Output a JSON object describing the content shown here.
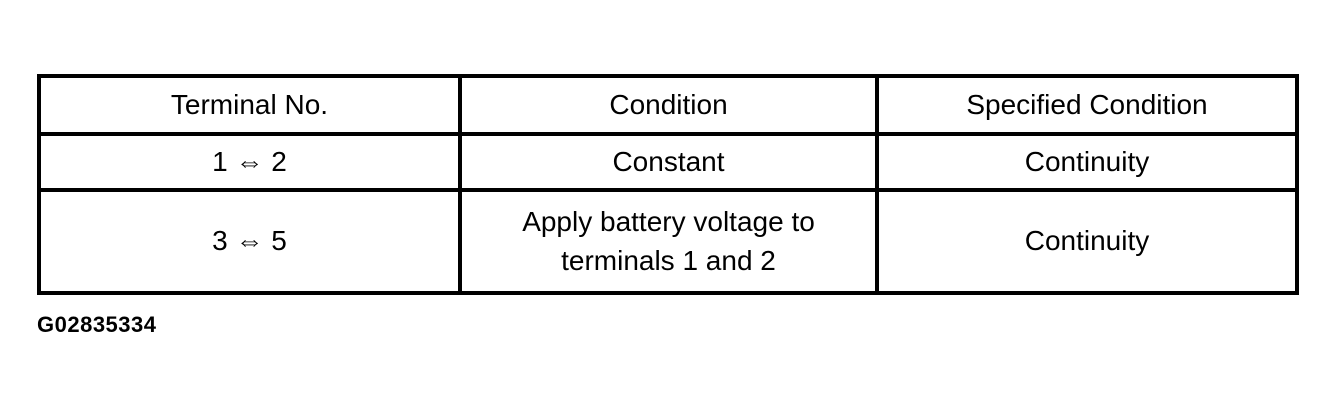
{
  "table": {
    "headers": [
      "Terminal No.",
      "Condition",
      "Specified Condition"
    ],
    "rows": [
      [
        "1 ⇔ 2",
        "Constant",
        "Continuity"
      ],
      [
        "3 ⇔ 5",
        "Apply battery voltage to terminals 1 and 2",
        "Continuity"
      ]
    ]
  },
  "figure_id": "G02835334",
  "colors": {
    "border": "#000000",
    "text": "#000000",
    "background": "#ffffff"
  }
}
